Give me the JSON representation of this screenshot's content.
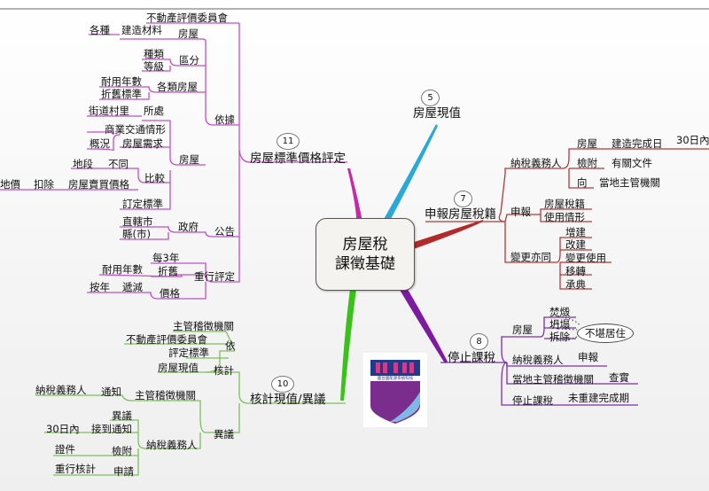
{
  "center": {
    "line1": "房屋稅",
    "line2": "課徵基礎"
  },
  "branch5": {
    "badge": "5",
    "title": "房屋現值"
  },
  "branch7": {
    "badge": "7",
    "title": "申報房屋稅籍",
    "taxpayer": "納稅義務人",
    "house": "房屋",
    "completion": "建造完成日",
    "days": "30日內",
    "attach": "檢附",
    "docs": "有關文件",
    "to": "向",
    "authority": "當地主管機關",
    "declare": "申報",
    "registry": "房屋稅籍",
    "usage": "使用情形",
    "change": "變更亦同",
    "changes": [
      "增建",
      "改建",
      "變更使用",
      "移轉",
      "承典"
    ]
  },
  "branch8": {
    "badge": "8",
    "title": "停止課稅",
    "house": "房屋",
    "burned": "焚燬",
    "collapsed": "坍塌",
    "demolished": "拆除",
    "uninhabitable": "不堪居住",
    "taxpayer": "納稅義務人",
    "declare": "申報",
    "authority": "當地主管稽徵機關",
    "inspect": "查實",
    "stop": "停止課稅",
    "incomplete": "未重建完成期"
  },
  "branch10": {
    "badge": "10",
    "title": "核計現值/異議",
    "by": "依",
    "tax_authority": "主管稽徵機關",
    "committee": "不動產評價委員會",
    "standard": "評定標準",
    "calc": "核計",
    "current_value": "房屋現值",
    "objection": "異議",
    "tax_authority2": "主管稽徵機關",
    "notify": "通知",
    "taxpayer_a": "納稅義務人",
    "taxpayer_b": "納稅義務人",
    "objection_word": "異議",
    "receive": "接到通知",
    "within30": "30日內",
    "attach": "檢附",
    "evidence": "證件",
    "apply": "申請",
    "recalc": "重行核計"
  },
  "branch11": {
    "badge": "11",
    "title": "房屋標準價格評定",
    "committee": "不動產評價委員會",
    "basis": "依據",
    "house1": "房屋",
    "materials": "建造材料",
    "various": "各種",
    "category": "區分",
    "kind": "種類",
    "grade": "等級",
    "house_types": "各類房屋",
    "useful_life": "耐用年數",
    "depreciation_std": "折舊標準",
    "location": "所處",
    "street_village": "街道村里",
    "house2": "房屋",
    "commerce": "商業交通情形",
    "demand": "房屋需求",
    "overview": "概況",
    "compare": "比較",
    "differ": "不同",
    "plot": "地段",
    "trade_price": "房屋賣買價格",
    "deduct": "扣除",
    "land_price": "地價",
    "set_standard": "訂定標準",
    "announce": "公告",
    "government": "政府",
    "municipality": "直轄市",
    "county_city": "縣(市)",
    "reassess": "重行評定",
    "every3": "每3年",
    "depreciate": "折舊",
    "life2": "耐用年數",
    "price": "價格",
    "reduce": "遞減",
    "by_year": "按年"
  },
  "logo": {
    "caption": "國台國能源系統科技"
  }
}
